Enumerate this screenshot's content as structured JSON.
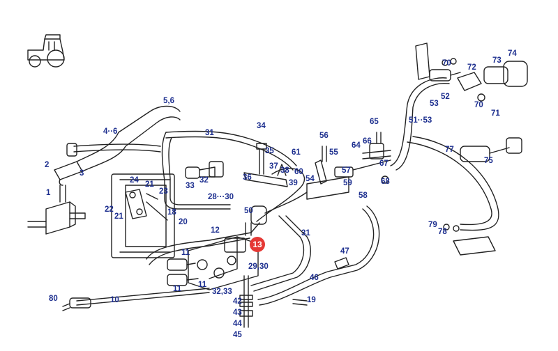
{
  "diagram": {
    "drawing_code": "0686",
    "highlight_color": "#e53935",
    "label_color": "#1d2f8f",
    "highlighted_label": "13",
    "labels": [
      {
        "id": "l1",
        "text": "1"
      },
      {
        "id": "l2",
        "text": "2"
      },
      {
        "id": "l3",
        "text": "3"
      },
      {
        "id": "l46a",
        "text": "4··6"
      },
      {
        "id": "l56",
        "text": "5,6"
      },
      {
        "id": "l10",
        "text": "10"
      },
      {
        "id": "l11a",
        "text": "11"
      },
      {
        "id": "l11b",
        "text": "11"
      },
      {
        "id": "l11c",
        "text": "11"
      },
      {
        "id": "l12",
        "text": "12"
      },
      {
        "id": "l18",
        "text": "18"
      },
      {
        "id": "l19",
        "text": "19"
      },
      {
        "id": "l20",
        "text": "20"
      },
      {
        "id": "l21a",
        "text": "21"
      },
      {
        "id": "l21b",
        "text": "21"
      },
      {
        "id": "l22",
        "text": "22"
      },
      {
        "id": "l23",
        "text": "23"
      },
      {
        "id": "l24",
        "text": "24"
      },
      {
        "id": "l2830",
        "text": "28···30"
      },
      {
        "id": "l2930",
        "text": "29,30"
      },
      {
        "id": "l31a",
        "text": "31"
      },
      {
        "id": "l31b",
        "text": "31"
      },
      {
        "id": "l3233",
        "text": "32,33"
      },
      {
        "id": "l32",
        "text": "32"
      },
      {
        "id": "l33",
        "text": "33"
      },
      {
        "id": "l34",
        "text": "34"
      },
      {
        "id": "l35",
        "text": "35"
      },
      {
        "id": "l36",
        "text": "36"
      },
      {
        "id": "l37",
        "text": "37"
      },
      {
        "id": "l38",
        "text": "38"
      },
      {
        "id": "l39",
        "text": "39"
      },
      {
        "id": "l42",
        "text": "42"
      },
      {
        "id": "l43",
        "text": "43"
      },
      {
        "id": "l44",
        "text": "44"
      },
      {
        "id": "l45",
        "text": "45"
      },
      {
        "id": "l46",
        "text": "46"
      },
      {
        "id": "l47",
        "text": "47"
      },
      {
        "id": "l50",
        "text": "50"
      },
      {
        "id": "l5153",
        "text": "51··53"
      },
      {
        "id": "l52",
        "text": "52"
      },
      {
        "id": "l53",
        "text": "53"
      },
      {
        "id": "l54",
        "text": "54"
      },
      {
        "id": "l55",
        "text": "55"
      },
      {
        "id": "l56b",
        "text": "56"
      },
      {
        "id": "l57",
        "text": "57"
      },
      {
        "id": "l58",
        "text": "58"
      },
      {
        "id": "l59",
        "text": "59"
      },
      {
        "id": "l60",
        "text": "60"
      },
      {
        "id": "l61",
        "text": "61"
      },
      {
        "id": "l64",
        "text": "64"
      },
      {
        "id": "l65",
        "text": "65"
      },
      {
        "id": "l66",
        "text": "66"
      },
      {
        "id": "l67",
        "text": "67"
      },
      {
        "id": "l68",
        "text": "68"
      },
      {
        "id": "l70a",
        "text": "70"
      },
      {
        "id": "l70b",
        "text": "70"
      },
      {
        "id": "l71",
        "text": "71"
      },
      {
        "id": "l72",
        "text": "72"
      },
      {
        "id": "l73",
        "text": "73"
      },
      {
        "id": "l74",
        "text": "74"
      },
      {
        "id": "l75",
        "text": "75"
      },
      {
        "id": "l77",
        "text": "77"
      },
      {
        "id": "l78",
        "text": "78"
      },
      {
        "id": "l79",
        "text": "79"
      },
      {
        "id": "l80",
        "text": "80"
      }
    ]
  }
}
